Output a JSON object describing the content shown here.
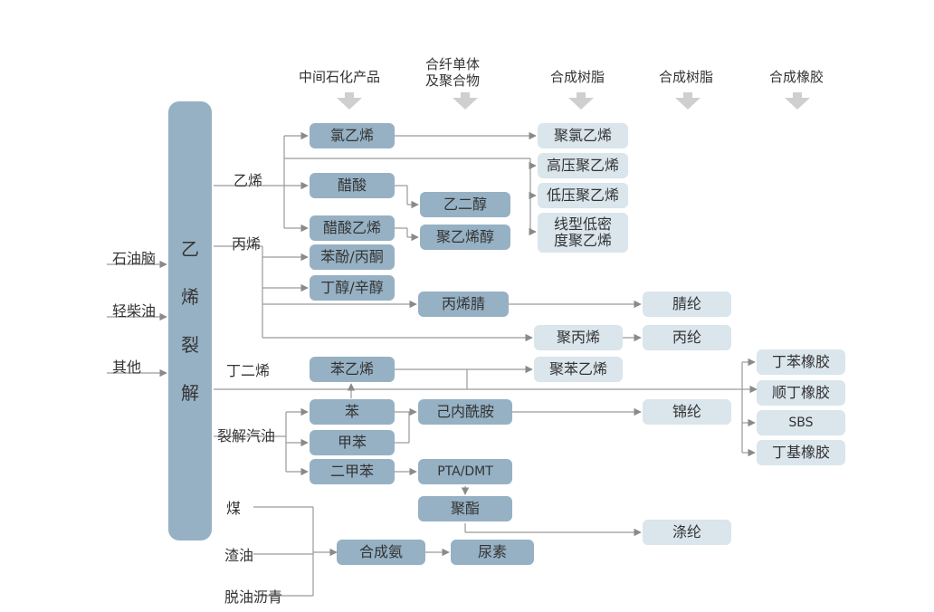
{
  "headers": {
    "intermediate": "中间石化产品",
    "fiber_monomer_line1": "合纤单体",
    "fiber_monomer_line2": "及聚合物",
    "resin_1": "合成树脂",
    "resin_2": "合成树脂",
    "rubber": "合成橡胶"
  },
  "inputs": {
    "petroleum": "石油脑",
    "light_diesel": "轻柴油",
    "other": "其他"
  },
  "cracking": {
    "char1": "乙",
    "char2": "烯",
    "char3": "裂",
    "char4": "解"
  },
  "branches": {
    "ethylene": "乙烯",
    "propylene": "丙烯",
    "butadiene": "丁二烯",
    "cracked_gasoline": "裂解汽油",
    "coal": "煤",
    "residue": "渣油",
    "pitch": "脱油沥青"
  },
  "intermediates": {
    "vinyl_chloride": "氯乙烯",
    "acetic_acid": "醋酸",
    "vinyl_acetate": "醋酸乙烯",
    "phenol_acetone": "苯酚/丙酮",
    "butanol_octanol": "丁醇/辛醇",
    "styrene": "苯乙烯",
    "benzene": "苯",
    "toluene": "甲苯",
    "xylene": "二甲苯",
    "syngas": "合成氨"
  },
  "monomers": {
    "ethylene_glycol": "乙二醇",
    "pva": "聚乙烯醇",
    "acrylonitrile": "丙烯腈",
    "caprolactam": "己内酰胺",
    "pta_dmt": "PTA/DMT",
    "polyester": "聚酯",
    "urea": "尿素"
  },
  "resins": {
    "pvc": "聚氯乙烯",
    "hdpe_high_pressure": "高压聚乙烯",
    "low_pressure_pe": "低压聚乙烯",
    "lldpe_line1": "线型低密",
    "lldpe_line2": "度聚乙烯",
    "polypropylene": "聚丙烯",
    "polystyrene": "聚苯乙烯"
  },
  "fibers": {
    "acrylic": "腈纶",
    "polypropylene_fiber": "丙纶",
    "nylon": "锦纶",
    "polyester_fiber": "涤纶"
  },
  "rubbers": {
    "sbr": "丁苯橡胶",
    "br": "顺丁橡胶",
    "sbs": "SBS",
    "iir": "丁基橡胶"
  }
}
